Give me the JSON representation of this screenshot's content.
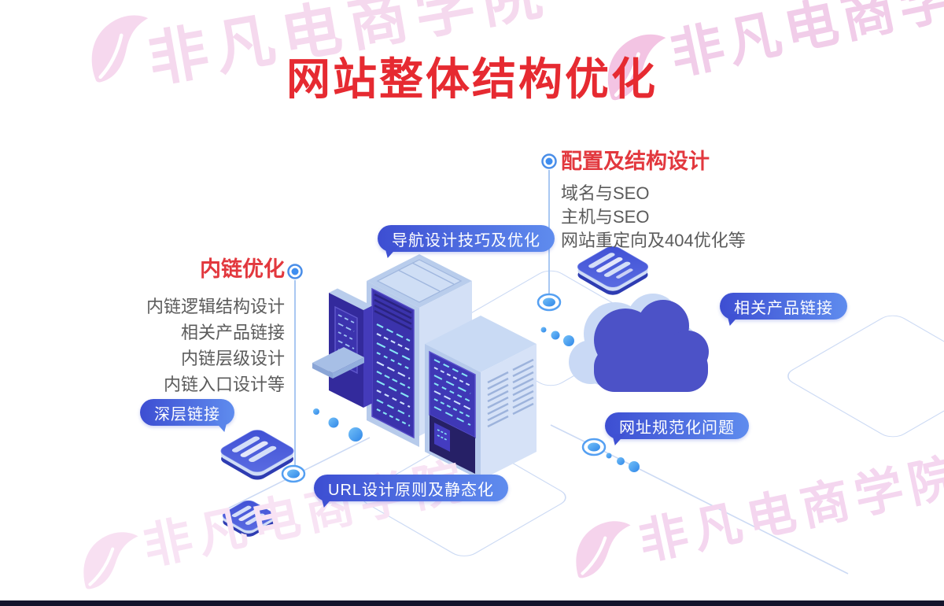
{
  "title": "网站整体结构优化",
  "watermark": {
    "text": "非凡电商学院"
  },
  "sections": {
    "config": {
      "heading": "配置及结构设计",
      "items": [
        "域名与SEO",
        "主机与SEO",
        "网站重定向及404优化等"
      ]
    },
    "internal": {
      "heading": "内链优化",
      "items": [
        "内链逻辑结构设计",
        "相关产品链接",
        "内链层级设计",
        "内链入口设计等"
      ]
    }
  },
  "bubbles": [
    {
      "label": "导航设计技巧及优化"
    },
    {
      "label": "相关产品链接"
    },
    {
      "label": "深层链接"
    },
    {
      "label": "网址规范化问题"
    },
    {
      "label": "URL设计原则及静态化"
    }
  ],
  "icons": {
    "watermark_leaf": "leaf-icon",
    "servers": "server-cluster-icon",
    "cloud": "cloud-icon",
    "chips": "circuit-chip-icon"
  },
  "colors": {
    "title_red": "#e62a31",
    "heading_red": "#e2383e",
    "body_text": "#5b5b5b",
    "bubble_gradient_start": "#3d4ed2",
    "bubble_gradient_end": "#5f8cee",
    "indigo": "#4c52c7",
    "light_blue": "#b7cbeb",
    "line_blue": "#b9cfef",
    "watermark_pink": "#f5d9ee",
    "footer_bar": "#14142c"
  }
}
